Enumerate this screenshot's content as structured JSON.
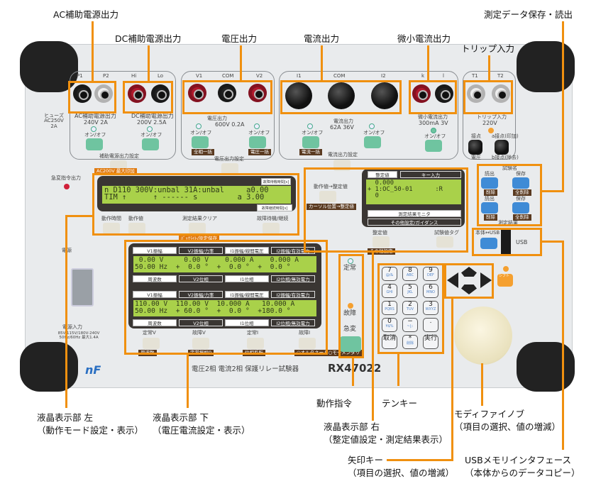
{
  "callouts": {
    "ac_aux": "AC補助電源出力",
    "dc_aux": "DC補助電源出力",
    "voltage_out": "電圧出力",
    "current_out": "電流出力",
    "micro_current": "微小電流出力",
    "trip_in": "トリップ入力",
    "data_save": "測定データ保存・読出",
    "lcd_left": "液晶表示部 左",
    "lcd_left_sub": "（動作モード設定・表示）",
    "lcd_bottom": "液晶表示部 下",
    "lcd_bottom_sub": "（電圧電流設定・表示）",
    "action_cmd": "動作指令",
    "tenkey": "テンキー",
    "lcd_right": "液晶表示部 右",
    "lcd_right_sub": "（整定値設定・測定結果表示）",
    "arrow_keys": "矢印キー",
    "arrow_keys_sub": "（項目の選択、値の増減）",
    "knob": "モディファイノブ",
    "knob_sub": "（項目の選択、値の増減）",
    "usb": "USBメモリインタフェース",
    "usb_sub": "（本体からのデータコピー）"
  },
  "device": {
    "brand": "nF",
    "model_desc": "電圧2相 電流2相 保護リレー試験器",
    "model": "RX47022",
    "fuse": "ヒューズ AC250V 2A",
    "ac": {
      "p1": "P1",
      "p2": "P2",
      "spec": "AC補助電源出力",
      "rating": "240V 2A",
      "onoff": "オン/オフ"
    },
    "dc": {
      "hi": "Hi",
      "lo": "Lo",
      "spec": "DC補助電源出力",
      "rating": "200V 2.5A",
      "onoff": "オン/オフ"
    },
    "aux_set": "補助電源出力設定",
    "v": {
      "v1": "V1",
      "com": "COM",
      "v2": "V2",
      "spec": "電圧出力",
      "rating": "600V 0.2A",
      "onoff": "オン/オフ",
      "tag1": "全相一括",
      "tag2": "電圧一括",
      "set": "電圧出力設定"
    },
    "i": {
      "i1": "I1",
      "com": "COM",
      "i2": "I2",
      "spec": "電流出力",
      "rating": "62A 36V",
      "onoff": "オン/オフ",
      "tag1": "電流一括",
      "set": "電流出力設定"
    },
    "micro": {
      "k": "k",
      "l": "l",
      "spec": "微小電流出力",
      "rating": "300mA 3V",
      "onoff": "オン/オフ"
    },
    "trip": {
      "t1": "T1",
      "t2": "T2",
      "spec": "トリップ入力",
      "rating": "220V",
      "contact": "接点",
      "voltage": "電圧",
      "contact_add": "a接点(印加)",
      "contact_rem": "b接点(除去)"
    },
    "emergency_out": "急変指令出力",
    "power": "電源",
    "power_in": "電源入力",
    "power_spec": "85V-115V/180V-240V 50Hz/60Hz 最大1.4A",
    "left_lcd": {
      "tag": "AC200V 最大印加",
      "line1": "n D110 300V:unbal 31A:unbal     a0.00",
      "line2": "TIM ↑      ↑ ------ s         a 3.00",
      "hdr_top": "故障待機時間[s]",
      "hdr_bottom": "故障継続時間[s]",
      "buttons": [
        "動作時間",
        "動作値",
        "測定結果クリア",
        "故障待機/継続"
      ],
      "clear_tag": "ﾊﾞｯｸﾗｲﾄ/設定保存"
    },
    "bottom_lcd": {
      "top_headers": [
        "V1振幅",
        "V2振幅/力率",
        "I1振幅/線間電圧",
        "I2振幅/有効電力"
      ],
      "bottom_headers": [
        "周波数",
        "V2位相",
        "I1位相",
        "I2位相/無効電力"
      ],
      "row1a": " 0.00 V     0.00 V    0.000 A    0.000 A",
      "row1b": "50.00 Hz  +  0.0 °  +  0.0 °  +  0.0 °",
      "row2a": "110.00 V  110.00 V  10.000 A   10.000 A",
      "row2b": "50.00 Hz  + 60.0 °  +  0.0 °  +180.0 °",
      "buttons": [
        "定常V",
        "故障V",
        "定常I",
        "故障I"
      ],
      "tags": [
        "周波数",
        "定常振幅0",
        "位相反転",
        "○オルタネート○モーメンタリ"
      ]
    },
    "right_lcd": {
      "tab1": "整定値",
      "tab2": "キー入力",
      "line1": "  0.000",
      "line2": "+ 1:OC_50-01      :R",
      "line3": "  0",
      "bar1": "測定結果モニタ",
      "bar2": "その他設定/ガイダンス",
      "btn_left": "動作値→整定値",
      "tag_left": "カーソル位置→整定値",
      "btn_set": "整定値",
      "tag_set": "その他設定",
      "btn_tag": "試験値タグ"
    },
    "test_name": {
      "title": "試験名",
      "read": "読出",
      "save": "保存",
      "del": "削除",
      "del_all": "全削除",
      "result": "測定結果"
    },
    "usb": {
      "btn": "本体↔USB",
      "label": "USB"
    },
    "action": {
      "normal": "定常",
      "fault": "故障",
      "sudden": "急変"
    },
    "keypad": [
      [
        "7",
        "8",
        "9"
      ],
      [
        "4",
        "5",
        "6"
      ],
      [
        "1",
        "2",
        "3"
      ],
      [
        "0",
        "−",
        "."
      ],
      [
        "取消",
        "*",
        "実行"
      ]
    ],
    "keypad_sub": [
      [
        "@/&",
        "ABC",
        "DEF"
      ],
      [
        "GHI",
        "JKL",
        "MNO"
      ],
      [
        "PQRS",
        "TUV",
        "WXYZ"
      ],
      [
        "¥$%",
        "~|;:",
        ""
      ],
      [
        "",
        "削除",
        ""
      ]
    ],
    "shift": "シフト"
  },
  "colors": {
    "accent": "#f0900f",
    "lcd": "#a9d14a",
    "green_btn": "#6fc4a0",
    "blue_btn": "#3f8bd6"
  }
}
